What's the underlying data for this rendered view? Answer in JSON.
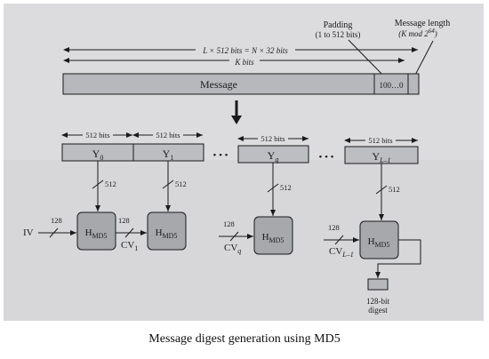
{
  "labels": {
    "padding_line1": "Padding",
    "padding_line2": "(1 to 512 bits)",
    "msglen_line1": "Message length",
    "msglen_line2": "(K mod 2",
    "msglen_exp": "64",
    "msglen_close": ")",
    "span_total": "L × 512 bits = N × 32 bits",
    "span_k": "K bits",
    "message": "Message",
    "pad_value": "100…0",
    "bits512": "512 bits",
    "ellipsis": "• • •",
    "bits512_short": "512",
    "bits128": "128",
    "iv": "IV",
    "cv": "CV",
    "sub_1": "1",
    "sub_q": "q",
    "sub_L1": "L–1",
    "sub_0": "0",
    "sub_md5": "MD5",
    "h": "H",
    "y": "Y",
    "digest_line1": "128-bit",
    "digest_line2": "digest"
  },
  "caption": "Message digest generation using MD5",
  "colors": {
    "background_scan": "#d9d9dc",
    "message_bar": "#b7b8bb",
    "block_fill": "#bdbec1",
    "md5_box": "#a7a8ab",
    "line": "#1a1a1a"
  }
}
